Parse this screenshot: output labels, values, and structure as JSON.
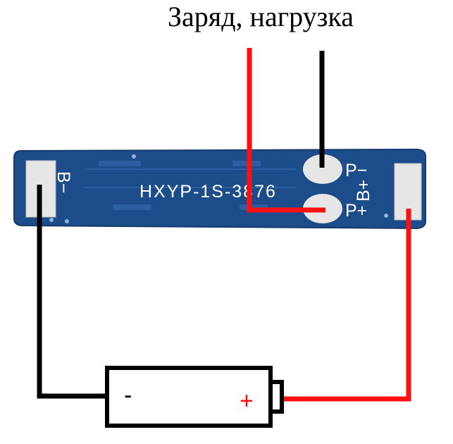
{
  "caption": "Заряд, нагрузка",
  "board": {
    "model": "HXYP-1S-3876",
    "pad_b_minus": "B−",
    "pad_b_plus": "B+",
    "pad_p_minus": "P−",
    "pad_p_plus": "P+"
  },
  "battery": {
    "minus": "-",
    "plus": "+"
  },
  "colors": {
    "board": "#1d4c8a",
    "board_edge": "#153a6b",
    "pad": "#e6e6e6",
    "wire_positive": "#ff1010",
    "wire_negative": "#000000"
  },
  "icons": {
    "battery": "battery-icon",
    "pcb": "pcb-board-icon"
  }
}
